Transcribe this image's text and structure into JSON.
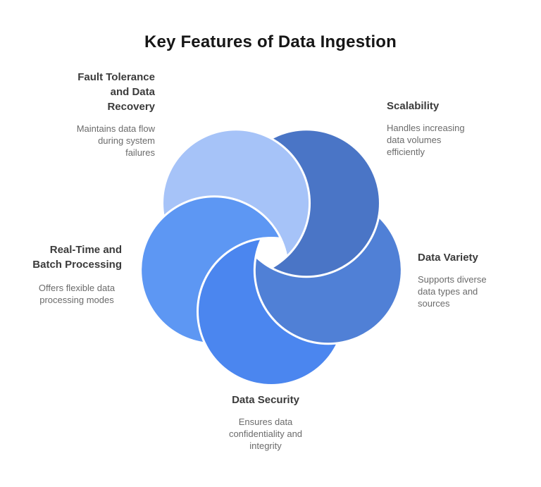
{
  "title": "Key Features of Data Ingestion",
  "colors": {
    "background": "#ffffff",
    "title_text": "#161616",
    "heading_text": "#3b3b3b",
    "body_text": "#6b6b6b"
  },
  "features": [
    {
      "id": "fault-tolerance",
      "label": "Fault Tolerance and Data Recovery",
      "description": "Maintains data flow during system failures",
      "position": "top-left",
      "petal_color": "#a6c3f8"
    },
    {
      "id": "scalability",
      "label": "Scalability",
      "description": "Handles increasing data volumes efficiently",
      "position": "top-right",
      "petal_color": "#4a75c6"
    },
    {
      "id": "data-variety",
      "label": "Data Variety",
      "description": "Supports diverse data types and sources",
      "position": "right",
      "petal_color": "#5080d6"
    },
    {
      "id": "data-security",
      "label": "Data Security",
      "description": "Ensures data confidentiality and integrity",
      "position": "bottom",
      "petal_color": "#4b86ef"
    },
    {
      "id": "real-time-batch",
      "label": "Real-Time and Batch Processing",
      "description": "Offers flexible data processing modes",
      "position": "left",
      "petal_color": "#5d97f3"
    }
  ]
}
